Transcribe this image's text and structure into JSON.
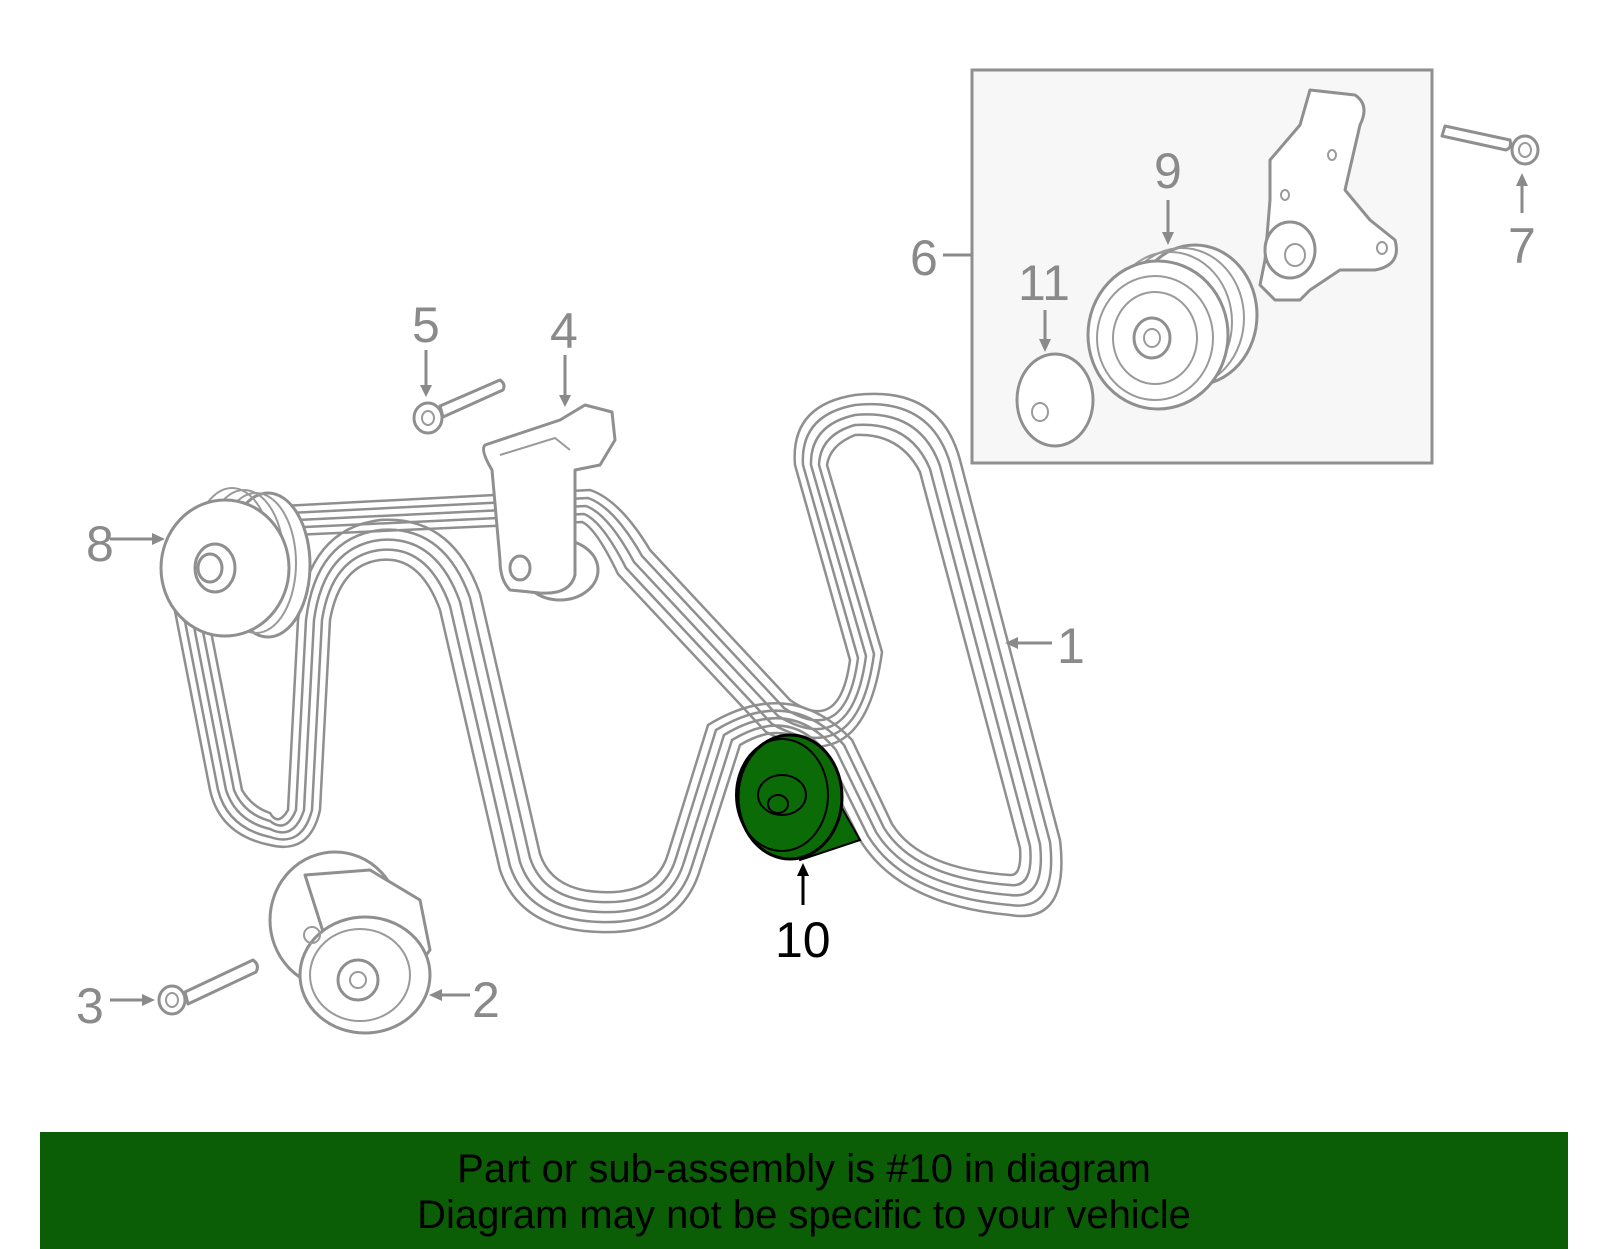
{
  "callouts": {
    "c1": "1",
    "c2": "2",
    "c3": "3",
    "c4": "4",
    "c5": "5",
    "c6": "6",
    "c7": "7",
    "c8": "8",
    "c9": "9",
    "c10": "10",
    "c11": "11"
  },
  "highlighted_part": "10",
  "colors": {
    "highlight": "#0b6b06",
    "banner": "#0b5e06",
    "line_art": "#8f8f8f"
  },
  "banner": {
    "line1": "Part or sub-assembly is #10 in diagram",
    "line2": "Diagram may not be specific to your vehicle"
  }
}
